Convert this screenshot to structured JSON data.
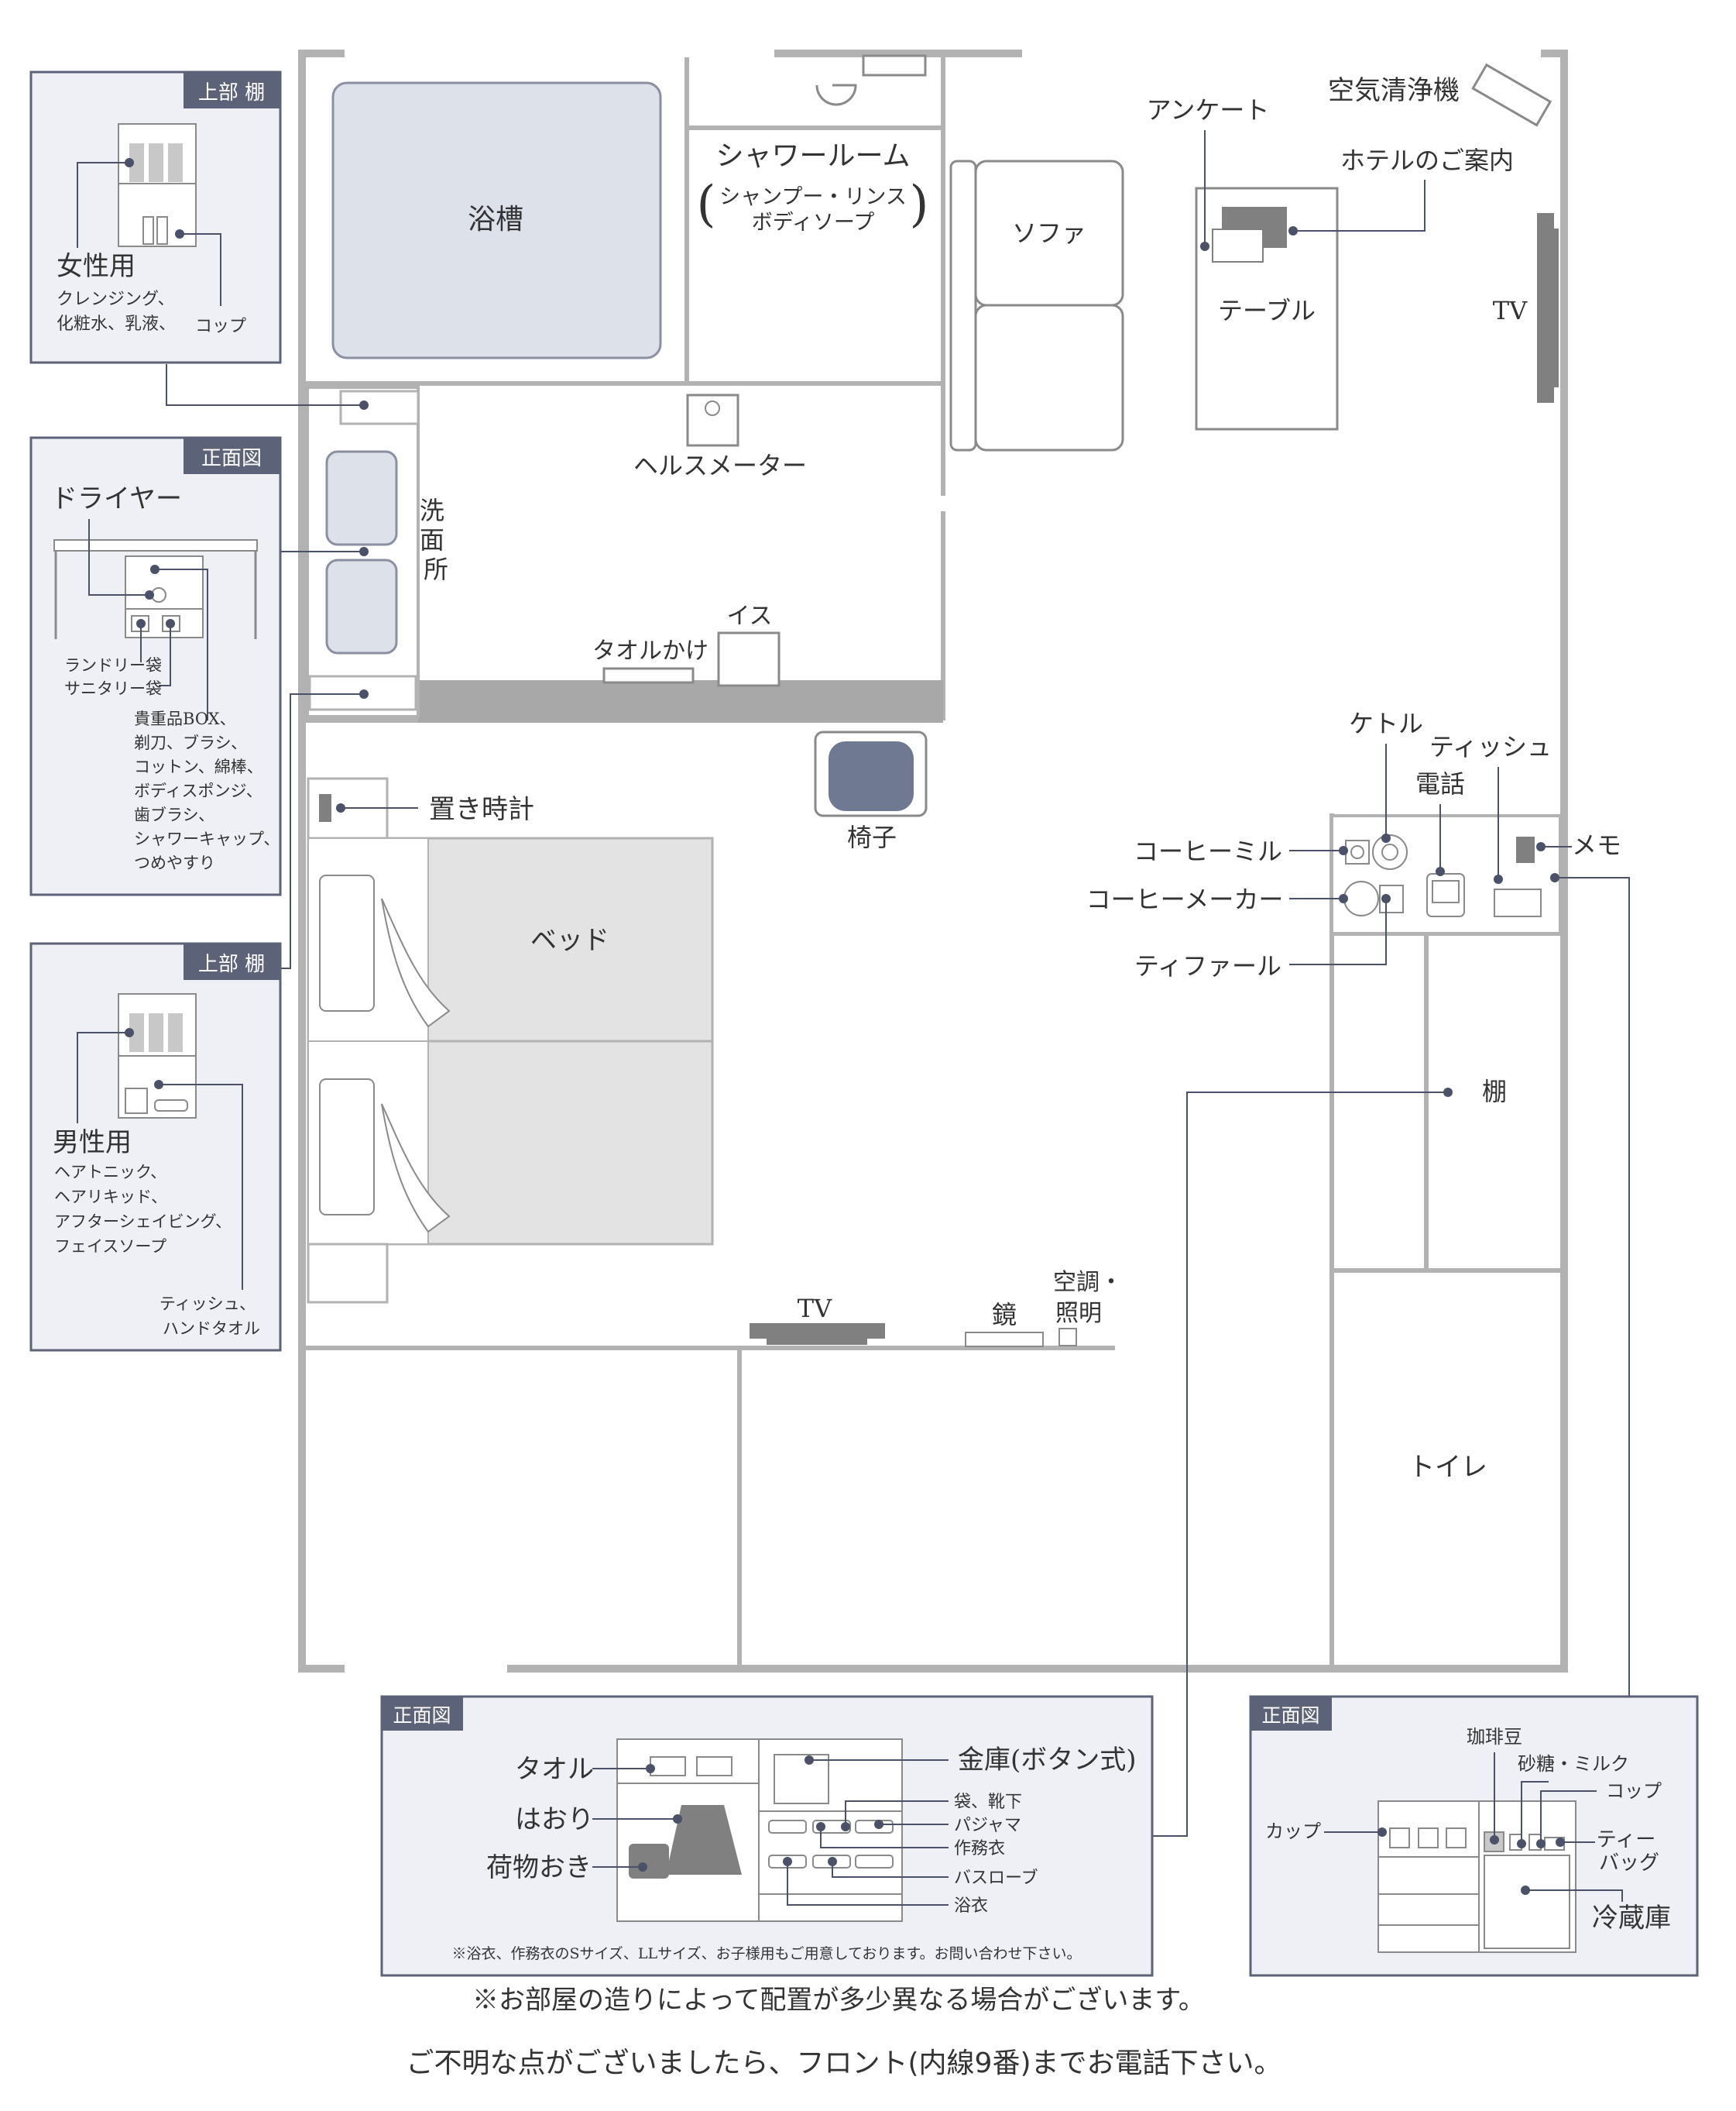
{
  "colors": {
    "wall": "#b2b2b2",
    "panel_bg": "#eef0f5",
    "panel_border": "#5c6378",
    "tag_bg": "#5c6378",
    "fixture_fill": "#dde1ea",
    "chair_fill": "#6f7a92",
    "dark_item": "#808080",
    "text": "#333333",
    "leader": "#4a5168"
  },
  "room": {
    "bathtub": "浴槽",
    "shower_room": "シャワールーム",
    "shower_amenities_1": "シャンプー・リンス",
    "shower_amenities_2": "ボディソープ",
    "health_meter": "ヘルスメーター",
    "washroom": "洗面所",
    "towel_rack": "タオルかけ",
    "stool": "イス",
    "sofa": "ソファ",
    "questionnaire": "アンケート",
    "air_purifier": "空気清浄機",
    "hotel_guide": "ホテルのご案内",
    "table": "テーブル",
    "tv_wall": "TV",
    "chair": "椅子",
    "clock": "置き時計",
    "bed": "ベッド",
    "kettle": "ケトル",
    "tissue": "ティッシュ",
    "phone": "電話",
    "coffee_mill": "コーヒーミル",
    "memo": "メモ",
    "coffee_maker": "コーヒーメーカー",
    "tefal": "ティファール",
    "shelf": "棚",
    "toilet": "トイレ",
    "tv_desk": "TV",
    "mirror": "鏡",
    "aircon_1": "空調・",
    "aircon_2": "照明"
  },
  "panels": {
    "women_shelf": {
      "tag": "上部 棚",
      "title": "女性用",
      "items_1": "クレンジング、",
      "items_2": "化粧水、乳液、",
      "cup": "コップ"
    },
    "wash_front": {
      "tag": "正面図",
      "dryer": "ドライヤー",
      "laundry_bag": "ランドリー袋",
      "sanitary_bag": "サニタリー袋",
      "list": [
        "貴重品BOX、",
        "剃刀、ブラシ、",
        "コットン、綿棒、",
        "ボディスポンジ、",
        "歯ブラシ、",
        "シャワーキャップ、",
        "つめやすり"
      ]
    },
    "men_shelf": {
      "tag": "上部 棚",
      "title": "男性用",
      "list": [
        "ヘアトニック、",
        "ヘアリキッド、",
        "アフターシェイビング、",
        "フェイスソープ"
      ],
      "tissue_1": "ティッシュ、",
      "tissue_2": "ハンドタオル"
    },
    "closet_front": {
      "tag": "正面図",
      "towel": "タオル",
      "haori": "はおり",
      "luggage": "荷物おき",
      "safe": "金庫(ボタン式)",
      "socks": "袋、靴下",
      "pajamas": "パジャマ",
      "samue": "作務衣",
      "bathrobe": "バスローブ",
      "yukata": "浴衣",
      "note": "※浴衣、作務衣のSサイズ、LLサイズ、お子様用もご用意しております。お問い合わせ下さい。"
    },
    "fridge_front": {
      "tag": "正面図",
      "coffee_beans": "珈琲豆",
      "sugar_milk": "砂糖・ミルク",
      "cup_top": "コップ",
      "cup": "カップ",
      "tea_bag_1": "ティー",
      "tea_bag_2": "バッグ",
      "fridge": "冷蔵庫"
    }
  },
  "footer": {
    "note": "※お部屋の造りによって配置が多少異なる場合がございます。",
    "contact": "ご不明な点がございましたら、フロント(内線9番)までお電話下さい。"
  }
}
